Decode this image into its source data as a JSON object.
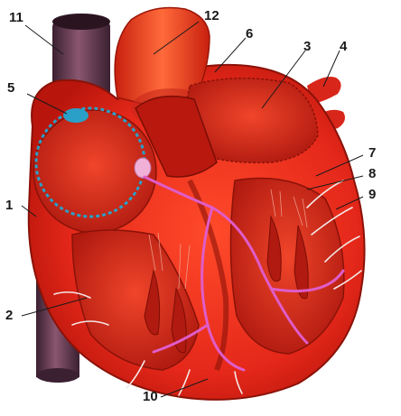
{
  "labels": {
    "l1": "1",
    "l2": "2",
    "l3": "3",
    "l4": "4",
    "l5": "5",
    "l6": "6",
    "l7": "7",
    "l8": "8",
    "l9": "9",
    "l10": "10",
    "l11": "11",
    "l12": "12"
  },
  "colors": {
    "heart_wall": "#e5281a",
    "heart_wall_dark": "#b8150c",
    "vessel_dark": "#4a2c3c",
    "vessel_mid": "#7a4658",
    "aorta": "#e8351f",
    "conduction_pink": "#e05cc8",
    "nerve_white": "#f4e8e8",
    "node_blue": "#2aa0c8",
    "label_color": "#1a1a1a"
  }
}
